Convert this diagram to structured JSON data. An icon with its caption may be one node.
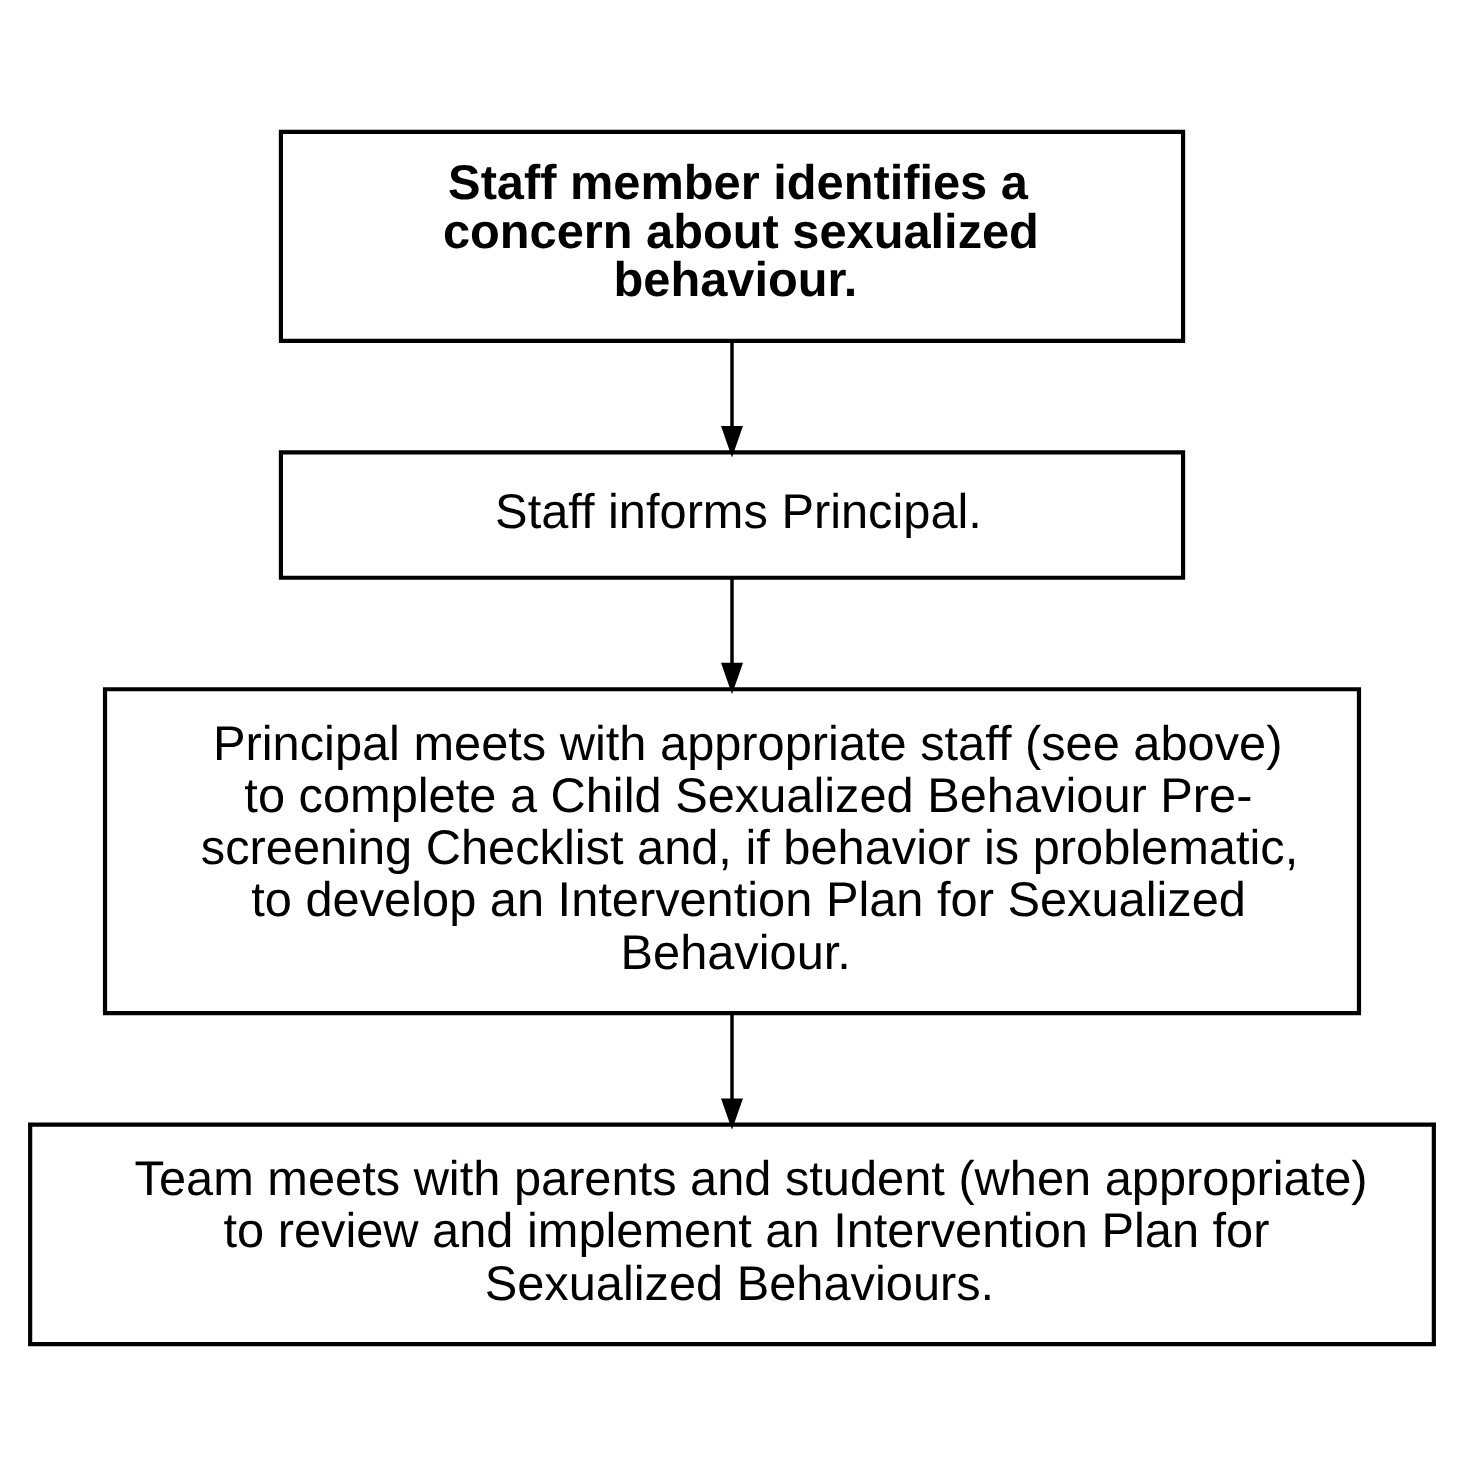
{
  "diagram": {
    "nodes": [
      {
        "text": [
          "Staff member identifies a concern about sexualized behaviour."
        ]
      },
      {
        "text": [
          "Staff informs Principal."
        ]
      },
      {
        "text": [
          "Principal meets with appropriate staff (see above) to complete a Child Sexualized Behaviour Pre-screening Checklist and, if behavior is problematic, to develop an Intervention Plan for Sexualized Behaviour."
        ]
      },
      {
        "text": [
          "Team meets with parents and student (when appropriate) to review and implement an Intervention Plan for Sexualized Behaviours."
        ]
      }
    ],
    "edges": [
      {
        "from": 0,
        "to": 1,
        "arrow": "to"
      },
      {
        "from": 1,
        "to": 2,
        "arrow": "to"
      },
      {
        "from": 2,
        "to": 3,
        "arrow": "to"
      }
    ]
  }
}
